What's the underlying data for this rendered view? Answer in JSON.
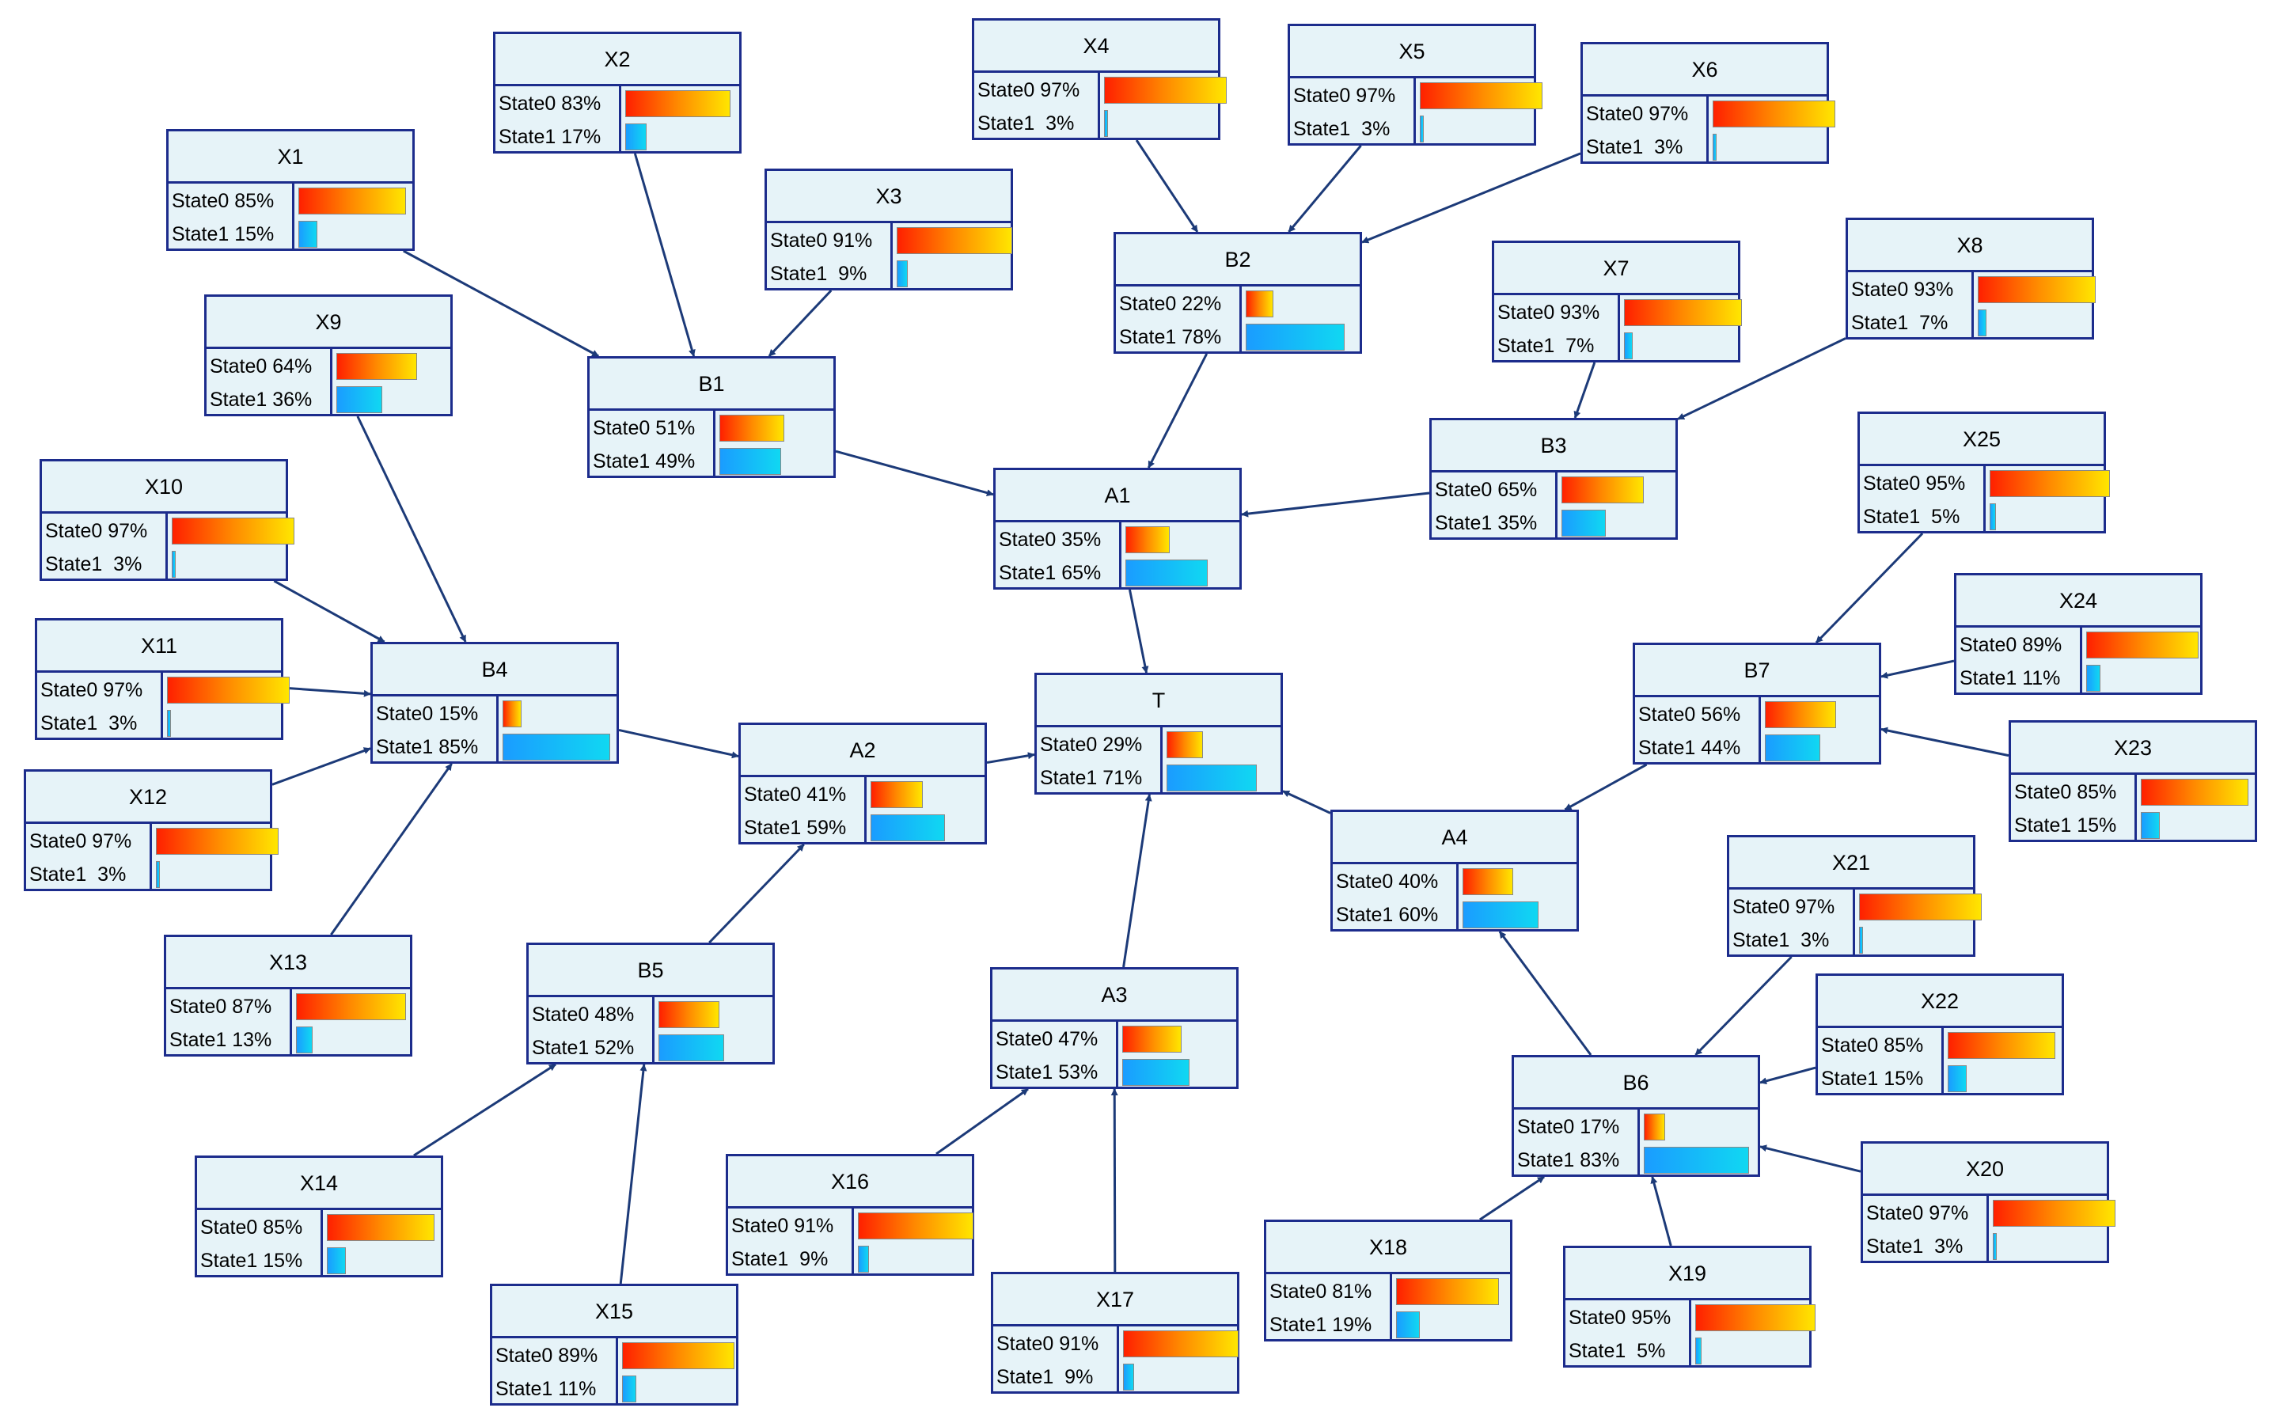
{
  "nodes": [
    {
      "id": "X1",
      "name": "X1",
      "states": [
        {
          "label": "State0",
          "pct": "85%",
          "p": 0.85
        },
        {
          "label": "State1",
          "pct": "15%",
          "p": 0.15
        }
      ]
    },
    {
      "id": "X2",
      "name": "X2",
      "states": [
        {
          "label": "State0",
          "pct": "83%",
          "p": 0.83
        },
        {
          "label": "State1",
          "pct": "17%",
          "p": 0.17
        }
      ]
    },
    {
      "id": "X3",
      "name": "X3",
      "states": [
        {
          "label": "State0",
          "pct": "91%",
          "p": 0.91
        },
        {
          "label": "State1",
          "pct": " 9%",
          "p": 0.09
        }
      ]
    },
    {
      "id": "X4",
      "name": "X4",
      "states": [
        {
          "label": "State0",
          "pct": "97%",
          "p": 0.97
        },
        {
          "label": "State1",
          "pct": " 3%",
          "p": 0.03
        }
      ]
    },
    {
      "id": "X5",
      "name": "X5",
      "states": [
        {
          "label": "State0",
          "pct": "97%",
          "p": 0.97
        },
        {
          "label": "State1",
          "pct": " 3%",
          "p": 0.03
        }
      ]
    },
    {
      "id": "X6",
      "name": "X6",
      "states": [
        {
          "label": "State0",
          "pct": "97%",
          "p": 0.97
        },
        {
          "label": "State1",
          "pct": " 3%",
          "p": 0.03
        }
      ]
    },
    {
      "id": "X7",
      "name": "X7",
      "states": [
        {
          "label": "State0",
          "pct": "93%",
          "p": 0.93
        },
        {
          "label": "State1",
          "pct": " 7%",
          "p": 0.07
        }
      ]
    },
    {
      "id": "X8",
      "name": "X8",
      "states": [
        {
          "label": "State0",
          "pct": "93%",
          "p": 0.93
        },
        {
          "label": "State1",
          "pct": " 7%",
          "p": 0.07
        }
      ]
    },
    {
      "id": "X9",
      "name": "X9",
      "states": [
        {
          "label": "State0",
          "pct": "64%",
          "p": 0.64
        },
        {
          "label": "State1",
          "pct": "36%",
          "p": 0.36
        }
      ]
    },
    {
      "id": "X10",
      "name": "X10",
      "states": [
        {
          "label": "State0",
          "pct": "97%",
          "p": 0.97
        },
        {
          "label": "State1",
          "pct": " 3%",
          "p": 0.03
        }
      ]
    },
    {
      "id": "X11",
      "name": "X11",
      "states": [
        {
          "label": "State0",
          "pct": "97%",
          "p": 0.97
        },
        {
          "label": "State1",
          "pct": " 3%",
          "p": 0.03
        }
      ]
    },
    {
      "id": "X12",
      "name": "X12",
      "states": [
        {
          "label": "State0",
          "pct": "97%",
          "p": 0.97
        },
        {
          "label": "State1",
          "pct": " 3%",
          "p": 0.03
        }
      ]
    },
    {
      "id": "X13",
      "name": "X13",
      "states": [
        {
          "label": "State0",
          "pct": "87%",
          "p": 0.87
        },
        {
          "label": "State1",
          "pct": "13%",
          "p": 0.13
        }
      ]
    },
    {
      "id": "X14",
      "name": "X14",
      "states": [
        {
          "label": "State0",
          "pct": "85%",
          "p": 0.85
        },
        {
          "label": "State1",
          "pct": "15%",
          "p": 0.15
        }
      ]
    },
    {
      "id": "X15",
      "name": "X15",
      "states": [
        {
          "label": "State0",
          "pct": "89%",
          "p": 0.89
        },
        {
          "label": "State1",
          "pct": "11%",
          "p": 0.11
        }
      ]
    },
    {
      "id": "X16",
      "name": "X16",
      "states": [
        {
          "label": "State0",
          "pct": "91%",
          "p": 0.91
        },
        {
          "label": "State1",
          "pct": " 9%",
          "p": 0.09
        }
      ]
    },
    {
      "id": "X17",
      "name": "X17",
      "states": [
        {
          "label": "State0",
          "pct": "91%",
          "p": 0.91
        },
        {
          "label": "State1",
          "pct": " 9%",
          "p": 0.09
        }
      ]
    },
    {
      "id": "X18",
      "name": "X18",
      "states": [
        {
          "label": "State0",
          "pct": "81%",
          "p": 0.81
        },
        {
          "label": "State1",
          "pct": "19%",
          "p": 0.19
        }
      ]
    },
    {
      "id": "X19",
      "name": "X19",
      "states": [
        {
          "label": "State0",
          "pct": "95%",
          "p": 0.95
        },
        {
          "label": "State1",
          "pct": " 5%",
          "p": 0.05
        }
      ]
    },
    {
      "id": "X20",
      "name": "X20",
      "states": [
        {
          "label": "State0",
          "pct": "97%",
          "p": 0.97
        },
        {
          "label": "State1",
          "pct": " 3%",
          "p": 0.03
        }
      ]
    },
    {
      "id": "X21",
      "name": "X21",
      "states": [
        {
          "label": "State0",
          "pct": "97%",
          "p": 0.97
        },
        {
          "label": "State1",
          "pct": " 3%",
          "p": 0.03
        }
      ]
    },
    {
      "id": "X22",
      "name": "X22",
      "states": [
        {
          "label": "State0",
          "pct": "85%",
          "p": 0.85
        },
        {
          "label": "State1",
          "pct": "15%",
          "p": 0.15
        }
      ]
    },
    {
      "id": "X23",
      "name": "X23",
      "states": [
        {
          "label": "State0",
          "pct": "85%",
          "p": 0.85
        },
        {
          "label": "State1",
          "pct": "15%",
          "p": 0.15
        }
      ]
    },
    {
      "id": "X24",
      "name": "X24",
      "states": [
        {
          "label": "State0",
          "pct": "89%",
          "p": 0.89
        },
        {
          "label": "State1",
          "pct": "11%",
          "p": 0.11
        }
      ]
    },
    {
      "id": "X25",
      "name": "X25",
      "states": [
        {
          "label": "State0",
          "pct": "95%",
          "p": 0.95
        },
        {
          "label": "State1",
          "pct": " 5%",
          "p": 0.05
        }
      ]
    },
    {
      "id": "B1",
      "name": "B1",
      "states": [
        {
          "label": "State0",
          "pct": "51%",
          "p": 0.51
        },
        {
          "label": "State1",
          "pct": "49%",
          "p": 0.49
        }
      ]
    },
    {
      "id": "B2",
      "name": "B2",
      "states": [
        {
          "label": "State0",
          "pct": "22%",
          "p": 0.22
        },
        {
          "label": "State1",
          "pct": "78%",
          "p": 0.78
        }
      ]
    },
    {
      "id": "B3",
      "name": "B3",
      "states": [
        {
          "label": "State0",
          "pct": "65%",
          "p": 0.65
        },
        {
          "label": "State1",
          "pct": "35%",
          "p": 0.35
        }
      ]
    },
    {
      "id": "B4",
      "name": "B4",
      "states": [
        {
          "label": "State0",
          "pct": "15%",
          "p": 0.15
        },
        {
          "label": "State1",
          "pct": "85%",
          "p": 0.85
        }
      ]
    },
    {
      "id": "B5",
      "name": "B5",
      "states": [
        {
          "label": "State0",
          "pct": "48%",
          "p": 0.48
        },
        {
          "label": "State1",
          "pct": "52%",
          "p": 0.52
        }
      ]
    },
    {
      "id": "B6",
      "name": "B6",
      "states": [
        {
          "label": "State0",
          "pct": "17%",
          "p": 0.17
        },
        {
          "label": "State1",
          "pct": "83%",
          "p": 0.83
        }
      ]
    },
    {
      "id": "B7",
      "name": "B7",
      "states": [
        {
          "label": "State0",
          "pct": "56%",
          "p": 0.56
        },
        {
          "label": "State1",
          "pct": "44%",
          "p": 0.44
        }
      ]
    },
    {
      "id": "A1",
      "name": "A1",
      "states": [
        {
          "label": "State0",
          "pct": "35%",
          "p": 0.35
        },
        {
          "label": "State1",
          "pct": "65%",
          "p": 0.65
        }
      ]
    },
    {
      "id": "A2",
      "name": "A2",
      "states": [
        {
          "label": "State0",
          "pct": "41%",
          "p": 0.41
        },
        {
          "label": "State1",
          "pct": "59%",
          "p": 0.59
        }
      ]
    },
    {
      "id": "A3",
      "name": "A3",
      "states": [
        {
          "label": "State0",
          "pct": "47%",
          "p": 0.47
        },
        {
          "label": "State1",
          "pct": "53%",
          "p": 0.53
        }
      ]
    },
    {
      "id": "A4",
      "name": "A4",
      "states": [
        {
          "label": "State0",
          "pct": "40%",
          "p": 0.4
        },
        {
          "label": "State1",
          "pct": "60%",
          "p": 0.6
        }
      ]
    },
    {
      "id": "T",
      "name": "T",
      "states": [
        {
          "label": "State0",
          "pct": "29%",
          "p": 0.29
        },
        {
          "label": "State1",
          "pct": "71%",
          "p": 0.71
        }
      ]
    }
  ],
  "edges": [
    {
      "from": "X1",
      "to": "B1"
    },
    {
      "from": "X2",
      "to": "B1"
    },
    {
      "from": "X3",
      "to": "B1"
    },
    {
      "from": "X4",
      "to": "B2"
    },
    {
      "from": "X5",
      "to": "B2"
    },
    {
      "from": "X6",
      "to": "B2"
    },
    {
      "from": "X7",
      "to": "B3"
    },
    {
      "from": "X8",
      "to": "B3"
    },
    {
      "from": "X9",
      "to": "B4"
    },
    {
      "from": "X10",
      "to": "B4"
    },
    {
      "from": "X11",
      "to": "B4"
    },
    {
      "from": "X12",
      "to": "B4"
    },
    {
      "from": "X13",
      "to": "B4"
    },
    {
      "from": "X14",
      "to": "B5"
    },
    {
      "from": "X15",
      "to": "B5"
    },
    {
      "from": "X16",
      "to": "A3"
    },
    {
      "from": "X17",
      "to": "A3"
    },
    {
      "from": "X18",
      "to": "B6"
    },
    {
      "from": "X19",
      "to": "B6"
    },
    {
      "from": "X20",
      "to": "B6"
    },
    {
      "from": "X21",
      "to": "B6"
    },
    {
      "from": "X22",
      "to": "B6"
    },
    {
      "from": "X23",
      "to": "B7"
    },
    {
      "from": "X24",
      "to": "B7"
    },
    {
      "from": "X25",
      "to": "B7"
    },
    {
      "from": "B1",
      "to": "A1"
    },
    {
      "from": "B2",
      "to": "A1"
    },
    {
      "from": "B3",
      "to": "A1"
    },
    {
      "from": "B4",
      "to": "A2"
    },
    {
      "from": "B5",
      "to": "A2"
    },
    {
      "from": "B6",
      "to": "A4"
    },
    {
      "from": "B7",
      "to": "A4"
    },
    {
      "from": "A1",
      "to": "T"
    },
    {
      "from": "A2",
      "to": "T"
    },
    {
      "from": "A3",
      "to": "T"
    },
    {
      "from": "A4",
      "to": "T"
    }
  ],
  "colors": {
    "border": "#1c2c8c",
    "node_fill": "#e6f3f8",
    "edge": "#1c3a78",
    "state0_gradient": [
      "#ff2000",
      "#ffe600"
    ],
    "state1_gradient": [
      "#1a9cff",
      "#10d8f2"
    ]
  }
}
